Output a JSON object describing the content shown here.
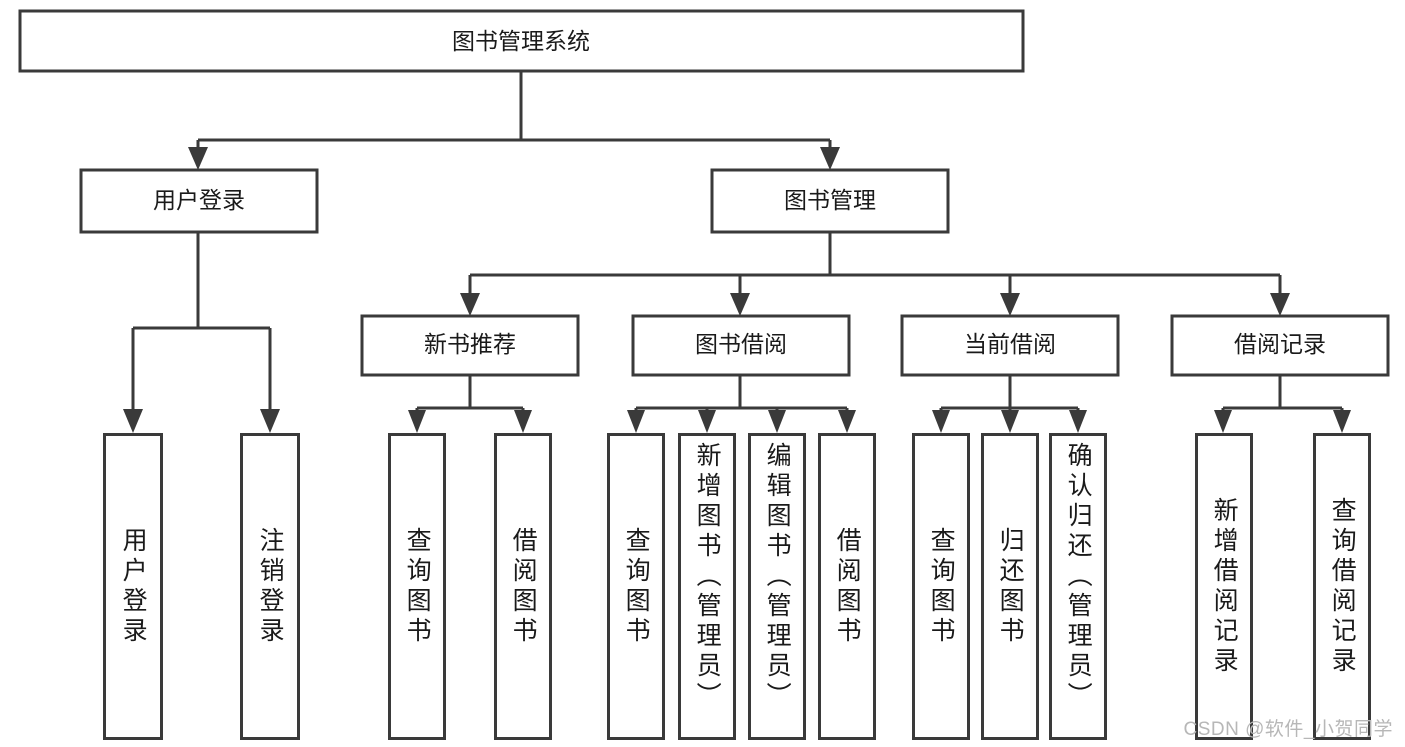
{
  "diagram": {
    "type": "hierarchy-tree",
    "title": "图书管理系统",
    "watermark": "CSDN @软件_小贺同学",
    "colors": {
      "stroke": "#3a3a3a",
      "fill": "#ffffff",
      "text": "#1a1a1a",
      "watermark": "#b7b7b7"
    },
    "root": {
      "label": "图书管理系统"
    },
    "level2": [
      {
        "label": "用户登录"
      },
      {
        "label": "图书管理"
      }
    ],
    "level3": [
      {
        "label": "新书推荐"
      },
      {
        "label": "图书借阅"
      },
      {
        "label": "当前借阅"
      },
      {
        "label": "借阅记录"
      }
    ],
    "leaves": {
      "user_login": [
        {
          "label": "用户登录"
        },
        {
          "label": "注销登录"
        }
      ],
      "new_book_recommend": [
        {
          "label": "查询图书"
        },
        {
          "label": "借阅图书"
        }
      ],
      "book_borrow": [
        {
          "label": "查询图书"
        },
        {
          "label": "新增图书（管理员）"
        },
        {
          "label": "编辑图书（管理员）"
        },
        {
          "label": "借阅图书"
        }
      ],
      "current_borrow": [
        {
          "label": "查询图书"
        },
        {
          "label": "归还图书"
        },
        {
          "label": "确认归还（管理员）"
        }
      ],
      "borrow_records": [
        {
          "label": "新增借阅记录"
        },
        {
          "label": "查询借阅记录"
        }
      ]
    }
  }
}
